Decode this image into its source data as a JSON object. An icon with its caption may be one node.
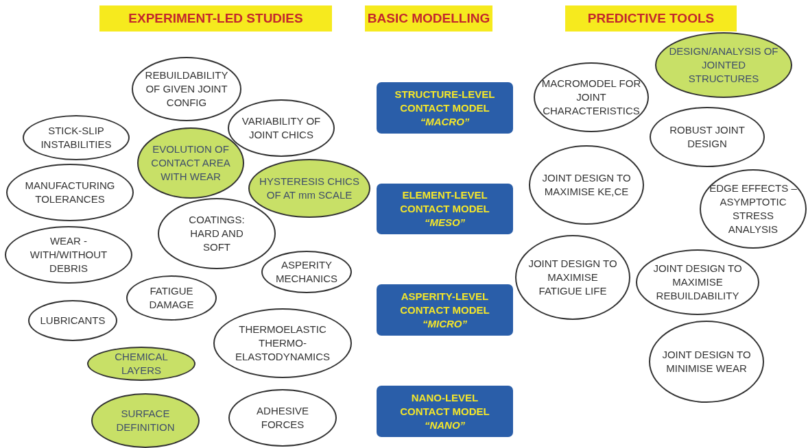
{
  "diagram": {
    "nodes": [
      {
        "text": [
          "EXPERIMENT-LED STUDIES"
        ]
      },
      {
        "text": [
          "BASIC MODELLING"
        ]
      },
      {
        "text": [
          "PREDICTIVE TOOLS"
        ]
      },
      {
        "text": [
          "REBUILDABILITY OF GIVEN JOINT CONFIG"
        ]
      },
      {
        "text": [
          "VARIABILITY OF JOINT CHICS"
        ]
      },
      {
        "text": [
          "STICK-SLIP INSTABILITIES"
        ]
      },
      {
        "text": [
          "EVOLUTION OF CONTACT AREA WITH WEAR"
        ]
      },
      {
        "text": [
          "MANUFACTURING TOLERANCES"
        ]
      },
      {
        "text": [
          "HYSTERESIS CHICS OF AT mm SCALE"
        ]
      },
      {
        "text": [
          "COATINGS: HARD AND SOFT"
        ]
      },
      {
        "text": [
          "WEAR - WITH/WITHOUT DEBRIS"
        ]
      },
      {
        "text": [
          "ASPERITY MECHANICS"
        ]
      },
      {
        "text": [
          "FATIGUE DAMAGE"
        ]
      },
      {
        "text": [
          "LUBRICANTS"
        ]
      },
      {
        "text": [
          "THERMOELASTIC THERMO- ELASTODYNAMICS"
        ]
      },
      {
        "text": [
          "CHEMICAL LAYERS"
        ]
      },
      {
        "text": [
          "SURFACE DEFINITION"
        ]
      },
      {
        "text": [
          "ADHESIVE FORCES"
        ]
      },
      {
        "text": [
          "STRUCTURE-LEVEL CONTACT MODEL",
          "“MACRO”"
        ]
      },
      {
        "text": [
          "ELEMENT-LEVEL CONTACT MODEL",
          "“MESO”"
        ]
      },
      {
        "text": [
          "ASPERITY-LEVEL CONTACT MODEL",
          "“MICRO”"
        ]
      },
      {
        "text": [
          "NANO-LEVEL CONTACT MODEL",
          "“NANO”"
        ]
      },
      {
        "text": [
          "MACROMODEL FOR JOINT CHARACTERISTICS"
        ]
      },
      {
        "text": [
          "DESIGN/ANALYSIS OF JOINTED STRUCTURES"
        ]
      },
      {
        "text": [
          "ROBUST JOINT DESIGN"
        ]
      },
      {
        "text": [
          "JOINT DESIGN TO MAXIMISE KE,CE"
        ]
      },
      {
        "text": [
          "EDGE EFFECTS – ASYMPTOTIC STRESS ANALYSIS"
        ]
      },
      {
        "text": [
          "JOINT DESIGN TO MAXIMISE FATIGUE LIFE"
        ]
      },
      {
        "text": [
          "JOINT DESIGN TO MAXIMISE REBUILDABILITY"
        ]
      },
      {
        "text": [
          "JOINT DESIGN TO MINIMISE WEAR"
        ]
      }
    ]
  }
}
